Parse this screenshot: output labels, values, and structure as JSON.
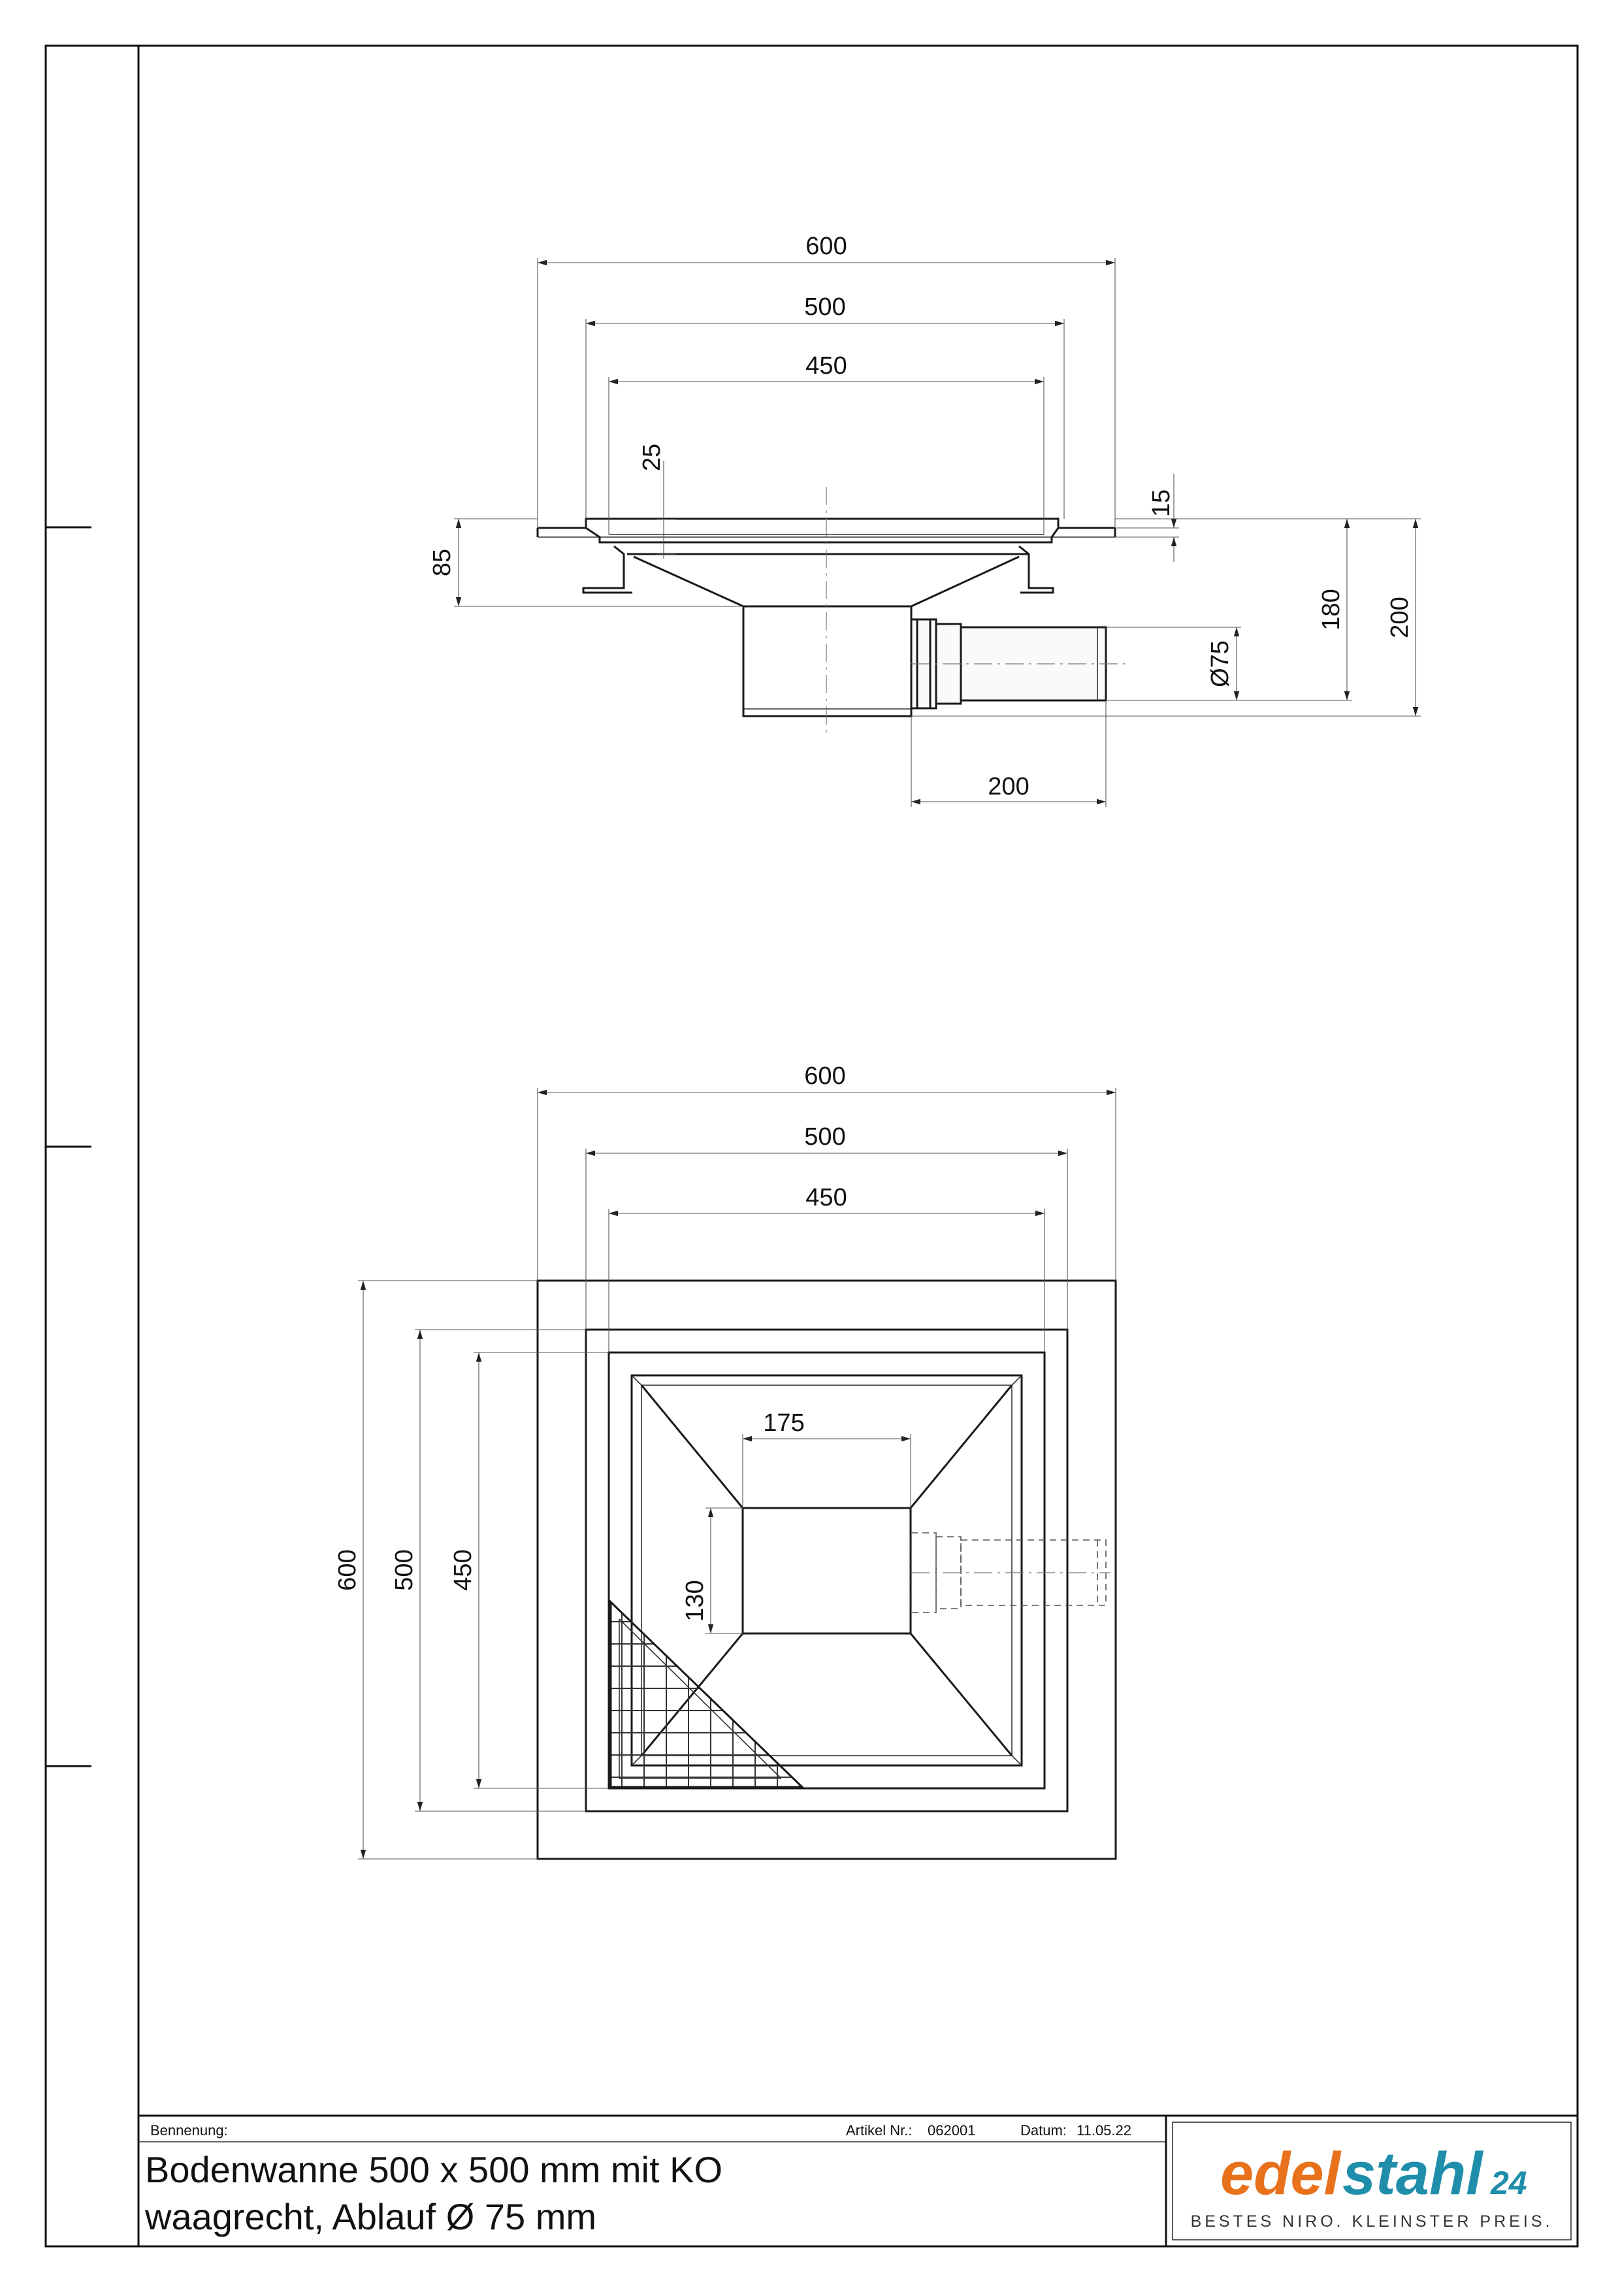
{
  "side_view": {
    "dims": {
      "overall_width": "600",
      "inner_width": "500",
      "grate_width": "450",
      "flange_depth": "25",
      "flange_thickness": "15",
      "tray_height": "85",
      "outlet_center_height": "180",
      "total_height": "200",
      "outlet_diameter": "Ø75",
      "outlet_length": "200"
    }
  },
  "top_view": {
    "dims": {
      "overall_width": "600",
      "inner_width": "500",
      "grate_width": "450",
      "overall_height": "600",
      "inner_height": "500",
      "grate_height": "450",
      "sump_width": "175",
      "sump_height": "130"
    }
  },
  "title_block": {
    "designation_label": "Bennenung:",
    "article_label": "Artikel Nr.:",
    "article_number": "062001",
    "date_label": "Datum:",
    "date": "11.05.22",
    "title_line1": "Bodenwanne 500 x 500 mm mit KO",
    "title_line2": "waagrecht, Ablauf Ø 75 mm"
  },
  "logo": {
    "brand_part1": "edel",
    "brand_part2": "stahl",
    "brand_suffix": "24",
    "tagline": "BESTES NIRO. KLEINSTER PREIS.",
    "color_orange": "#e8711c",
    "color_teal": "#1f8eaa"
  }
}
